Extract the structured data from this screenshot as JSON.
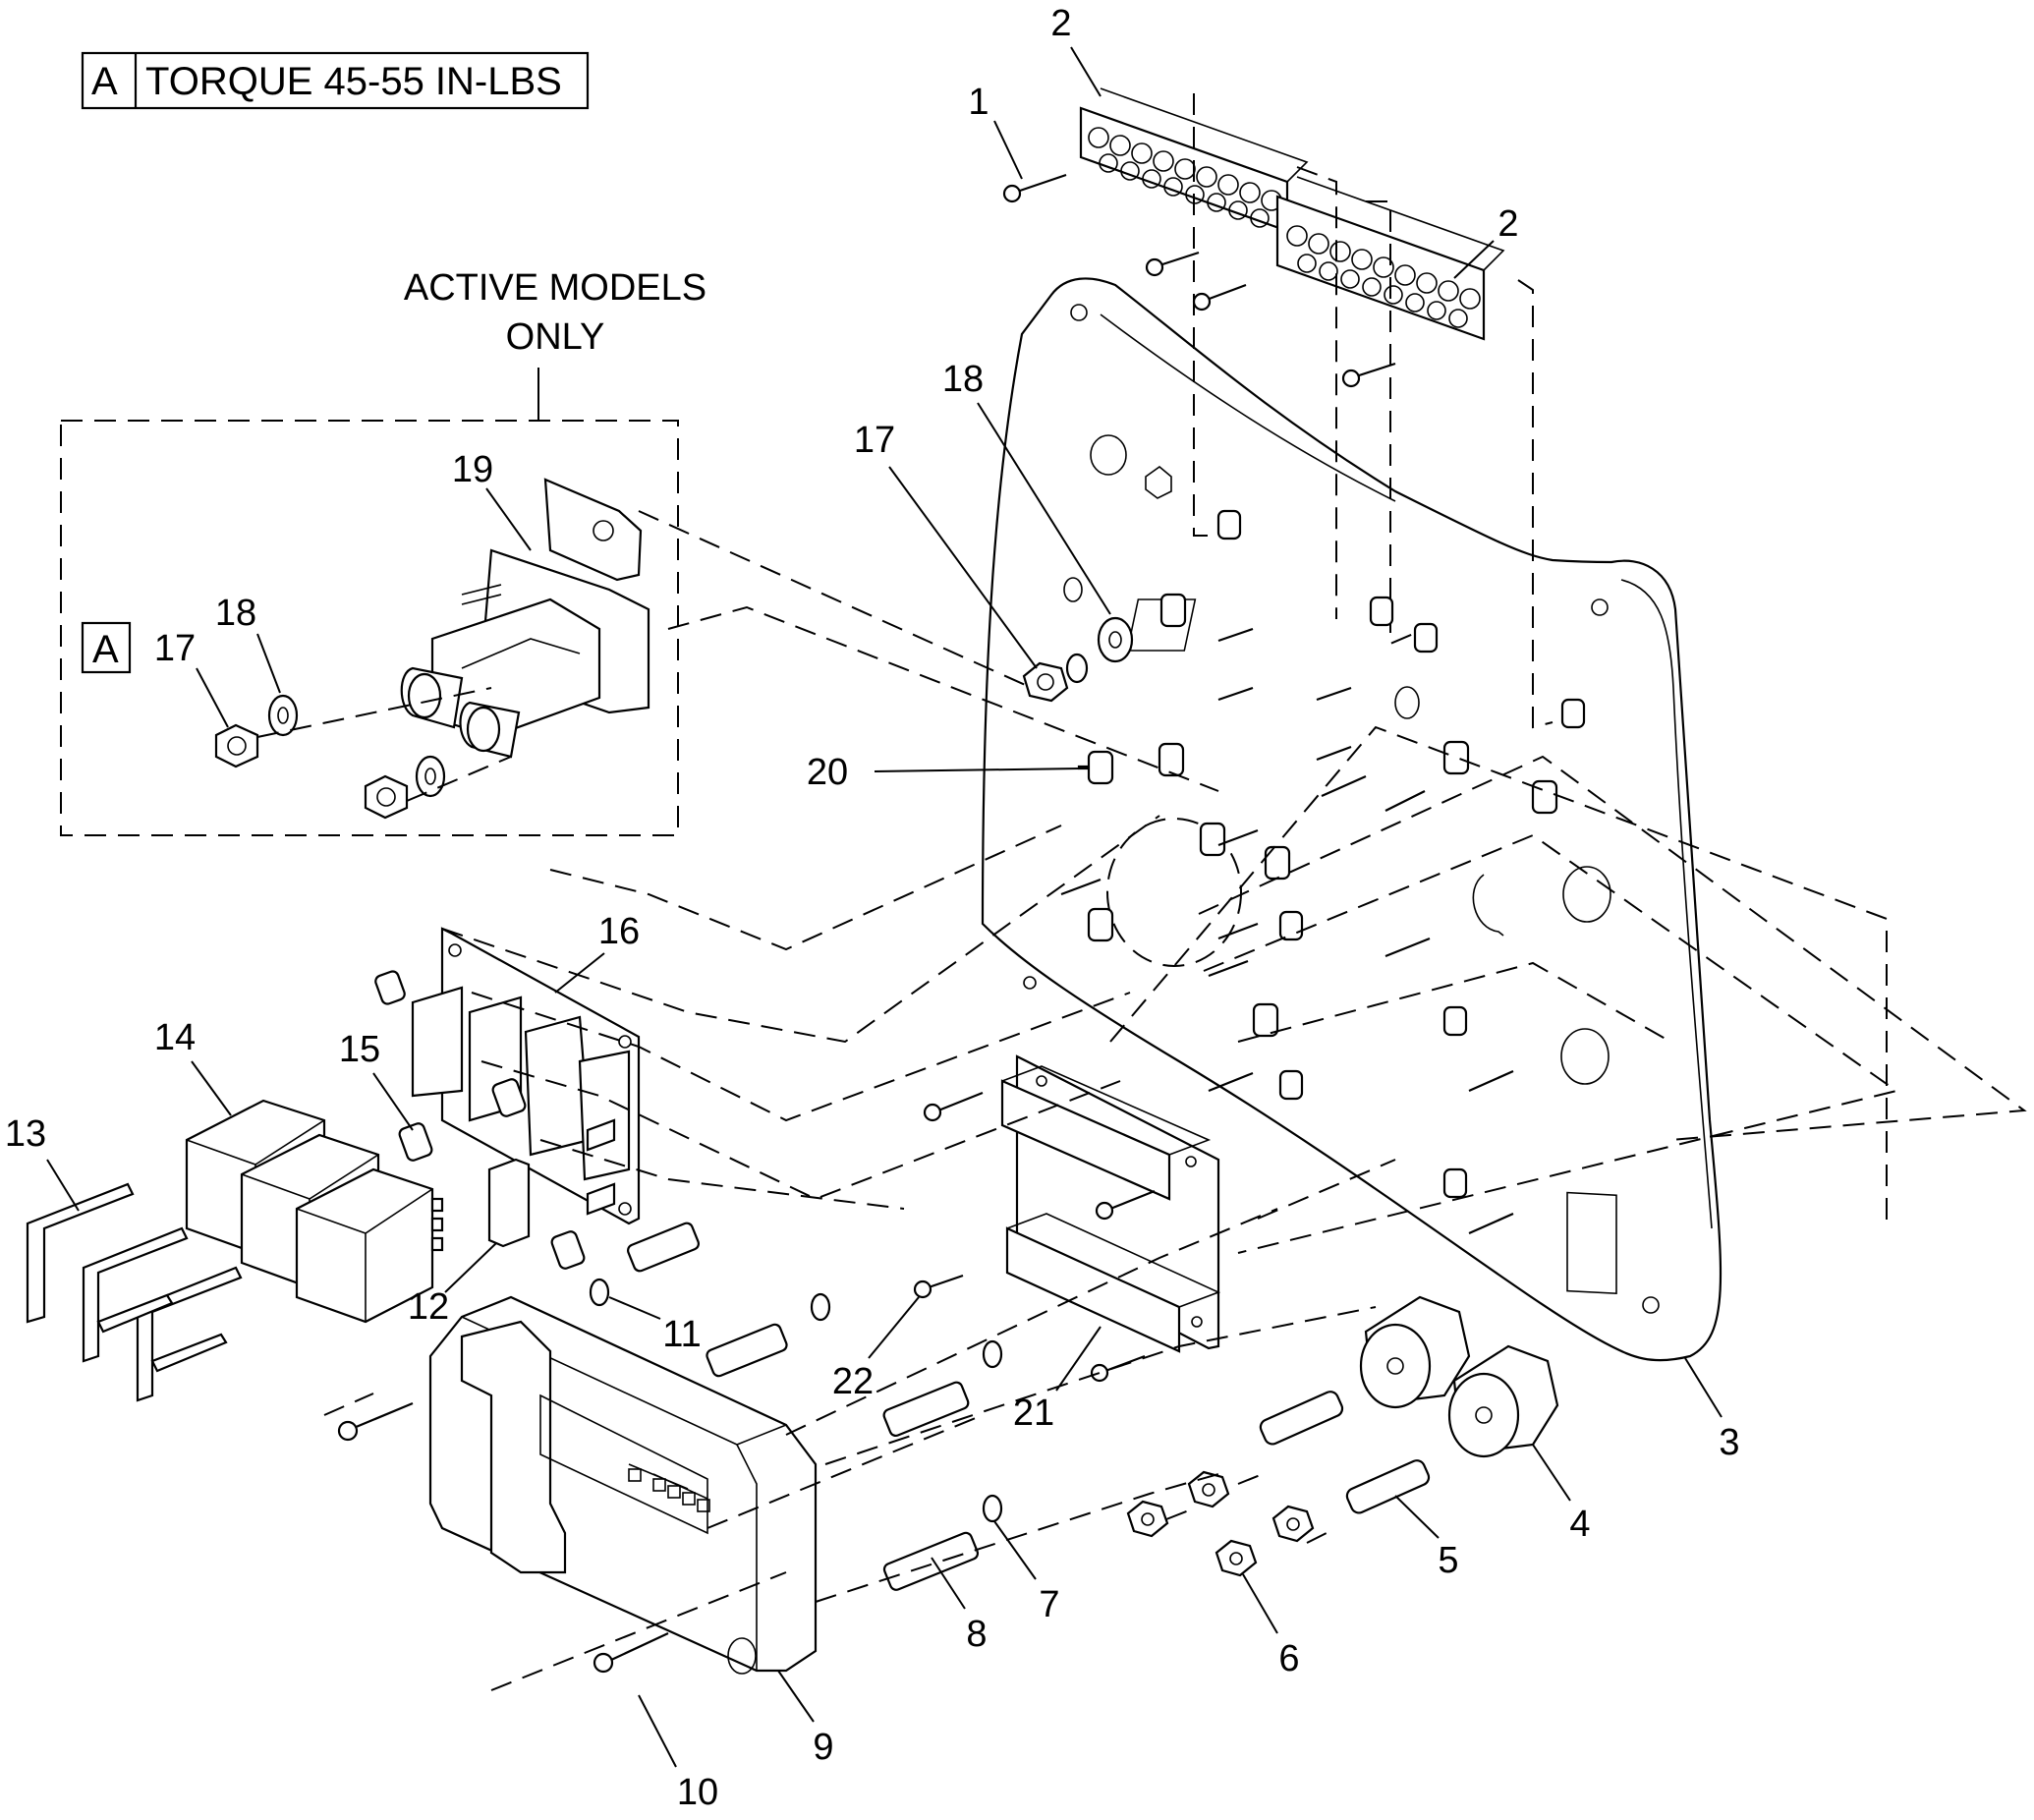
{
  "torque_note": {
    "symbol": "A",
    "text": "TORQUE 45-55 IN-LBS"
  },
  "inset": {
    "title_line1": "ACTIVE MODELS",
    "title_line2": "ONLY",
    "symbol": "A"
  },
  "callouts": {
    "c1": "1",
    "c2a": "2",
    "c2b": "2",
    "c3": "3",
    "c4": "4",
    "c5": "5",
    "c6": "6",
    "c7": "7",
    "c8": "8",
    "c9": "9",
    "c10": "10",
    "c11": "11",
    "c12": "12",
    "c13": "13",
    "c14": "14",
    "c15": "15",
    "c16": "16",
    "c17a": "17",
    "c17b": "17",
    "c18a": "18",
    "c18b": "18",
    "c19": "19",
    "c20": "20",
    "c21": "21",
    "c22": "22"
  }
}
